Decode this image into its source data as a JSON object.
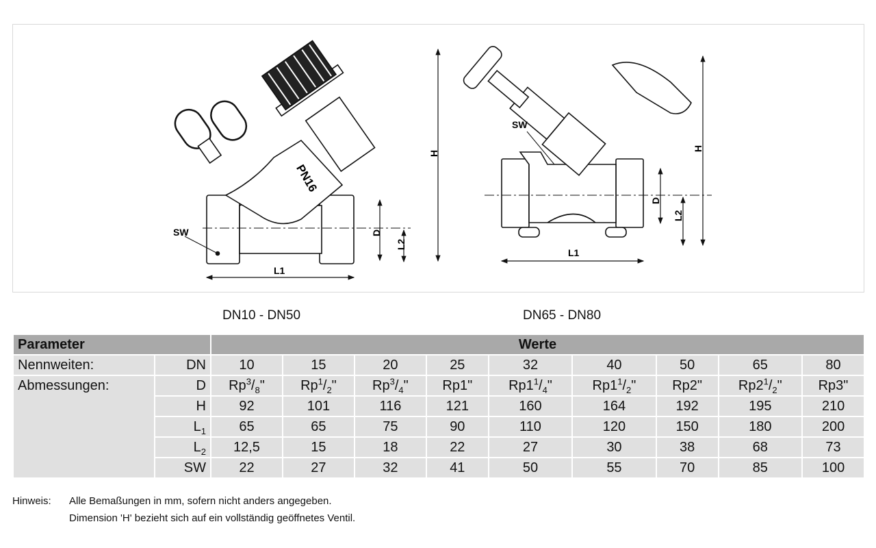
{
  "drawings": {
    "left": {
      "caption": "DN10 - DN50",
      "labels": {
        "sw": "SW",
        "pn": "PN16",
        "l1": "L1",
        "d": "D",
        "l2": "L2",
        "h": "H"
      }
    },
    "right": {
      "caption": "DN65 - DN80",
      "labels": {
        "sw": "SW",
        "l1": "L1",
        "d": "D",
        "l2": "L2",
        "h": "H"
      }
    }
  },
  "table": {
    "header": {
      "param": "Parameter",
      "values": "Werte"
    },
    "rows": [
      {
        "group": "Nennweiten:",
        "key": "DN",
        "values": [
          "10",
          "15",
          "20",
          "25",
          "32",
          "40",
          "50",
          "65",
          "80"
        ]
      },
      {
        "group": "Abmessungen:",
        "key": "D",
        "values": [
          [
            "Rp",
            "3",
            "/",
            "8",
            "\""
          ],
          [
            "Rp",
            "1",
            "/",
            "2",
            "\""
          ],
          [
            "Rp",
            "3",
            "/",
            "4",
            "\""
          ],
          [
            "Rp1\"",
            "",
            "",
            "",
            ""
          ],
          [
            "Rp1",
            "1",
            "/",
            "4",
            "\""
          ],
          [
            "Rp1",
            "1",
            "/",
            "2",
            "\""
          ],
          [
            "Rp2\"",
            "",
            "",
            "",
            ""
          ],
          [
            "Rp2",
            "1",
            "/",
            "2",
            "\""
          ],
          [
            "Rp3\"",
            "",
            "",
            "",
            ""
          ]
        ]
      },
      {
        "group": "",
        "key": "H",
        "values": [
          "92",
          "101",
          "116",
          "121",
          "160",
          "164",
          "192",
          "195",
          "210"
        ]
      },
      {
        "group": "",
        "key": "L",
        "key_sub": "1",
        "values": [
          "65",
          "65",
          "75",
          "90",
          "110",
          "120",
          "150",
          "180",
          "200"
        ]
      },
      {
        "group": "",
        "key": "L",
        "key_sub": "2",
        "values": [
          "12,5",
          "15",
          "18",
          "22",
          "27",
          "30",
          "38",
          "68",
          "73"
        ]
      },
      {
        "group": "",
        "key": "SW",
        "values": [
          "22",
          "27",
          "32",
          "41",
          "50",
          "55",
          "70",
          "85",
          "100"
        ]
      }
    ]
  },
  "notes": {
    "label": "Hinweis:",
    "line1": "Alle Bemaßungen in mm, sofern nicht anders angegeben.",
    "line2": "Dimension 'H' bezieht sich auf ein vollständig geöffnetes Ventil."
  }
}
